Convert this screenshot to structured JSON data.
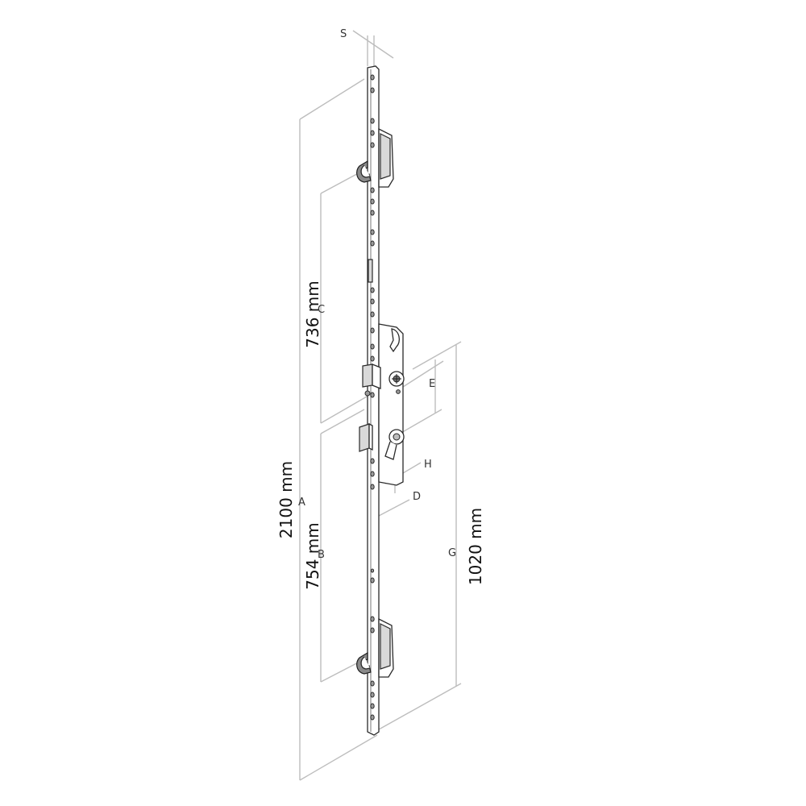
{
  "dimension_labels": {
    "s": "S",
    "c": "C",
    "e": "E",
    "h": "H",
    "d": "D",
    "a": "A",
    "b": "B",
    "g": "G"
  },
  "measurements": {
    "total_length": "2100 mm",
    "upper_distance": "736 mm",
    "lower_distance": "754 mm",
    "handle_height": "1020 mm"
  }
}
